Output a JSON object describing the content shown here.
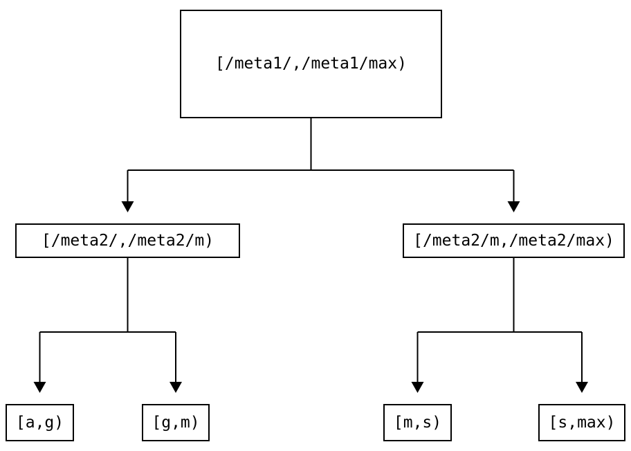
{
  "diagram": {
    "background_color": "#ffffff",
    "line_color": "#000000",
    "text_color": "#000000",
    "nodes": {
      "root": {
        "label": "[/meta1/,/meta1/max)"
      },
      "left": {
        "label": "[/meta2/,/meta2/m)"
      },
      "right": {
        "label": "[/meta2/m,/meta2/max)"
      },
      "leaf1": {
        "label": "[a,g)"
      },
      "leaf2": {
        "label": "[g,m)"
      },
      "leaf3": {
        "label": "[m,s)"
      },
      "leaf4": {
        "label": "[s,max)"
      }
    },
    "edges": [
      {
        "from": "root",
        "to": "left"
      },
      {
        "from": "root",
        "to": "right"
      },
      {
        "from": "left",
        "to": "leaf1"
      },
      {
        "from": "left",
        "to": "leaf2"
      },
      {
        "from": "right",
        "to": "leaf3"
      },
      {
        "from": "right",
        "to": "leaf4"
      }
    ]
  }
}
